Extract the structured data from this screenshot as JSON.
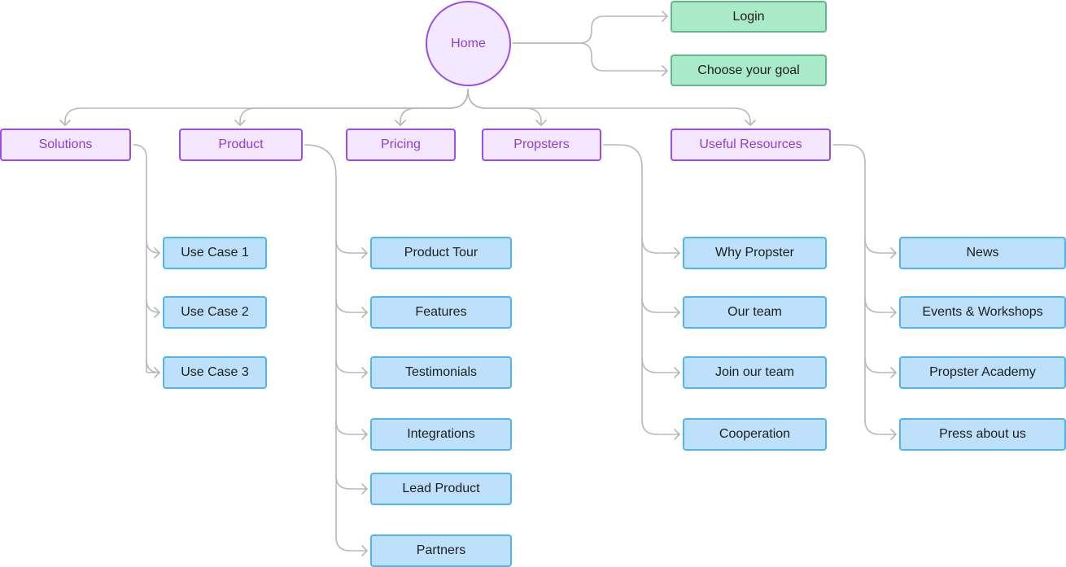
{
  "home": {
    "label": "Home"
  },
  "top_links": [
    {
      "label": "Login"
    },
    {
      "label": "Choose your goal"
    }
  ],
  "sections": [
    {
      "label": "Solutions",
      "children": [
        "Use Case 1",
        "Use Case 2",
        "Use Case 3"
      ]
    },
    {
      "label": "Product",
      "children": [
        "Product Tour",
        "Features",
        "Testimonials",
        "Integrations",
        "Lead Product",
        "Partners"
      ]
    },
    {
      "label": "Pricing",
      "children": []
    },
    {
      "label": "Propsters",
      "children": [
        "Why Propster",
        "Our team",
        "Join our team",
        "Cooperation"
      ]
    },
    {
      "label": "Useful Resources",
      "children": [
        "News",
        "Events & Workshops",
        "Propster Academy",
        "Press about us"
      ]
    }
  ],
  "colors": {
    "connector": "#b8b8b8",
    "home_fill": "#f3e8ff",
    "section_fill": "#f4e6fd",
    "section_border": "#9b4fe0",
    "child_fill": "#bde0fb",
    "child_border": "#52b4ee",
    "goal_fill": "#a9ebc8",
    "goal_border": "#5fb98b"
  }
}
